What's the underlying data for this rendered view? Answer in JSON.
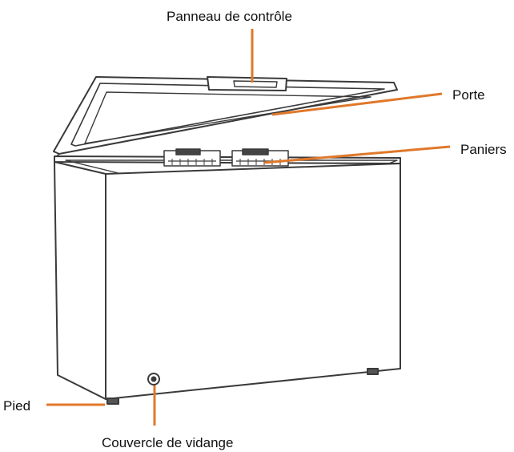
{
  "labels": {
    "control_panel": "Panneau de contrôle",
    "door": "Porte",
    "baskets": "Paniers",
    "foot": "Pied",
    "drain_cover": "Couvercle de vidange"
  },
  "colors": {
    "leader_line": "#e0782a",
    "outline": "#3a3a3a",
    "background": "#ffffff"
  }
}
